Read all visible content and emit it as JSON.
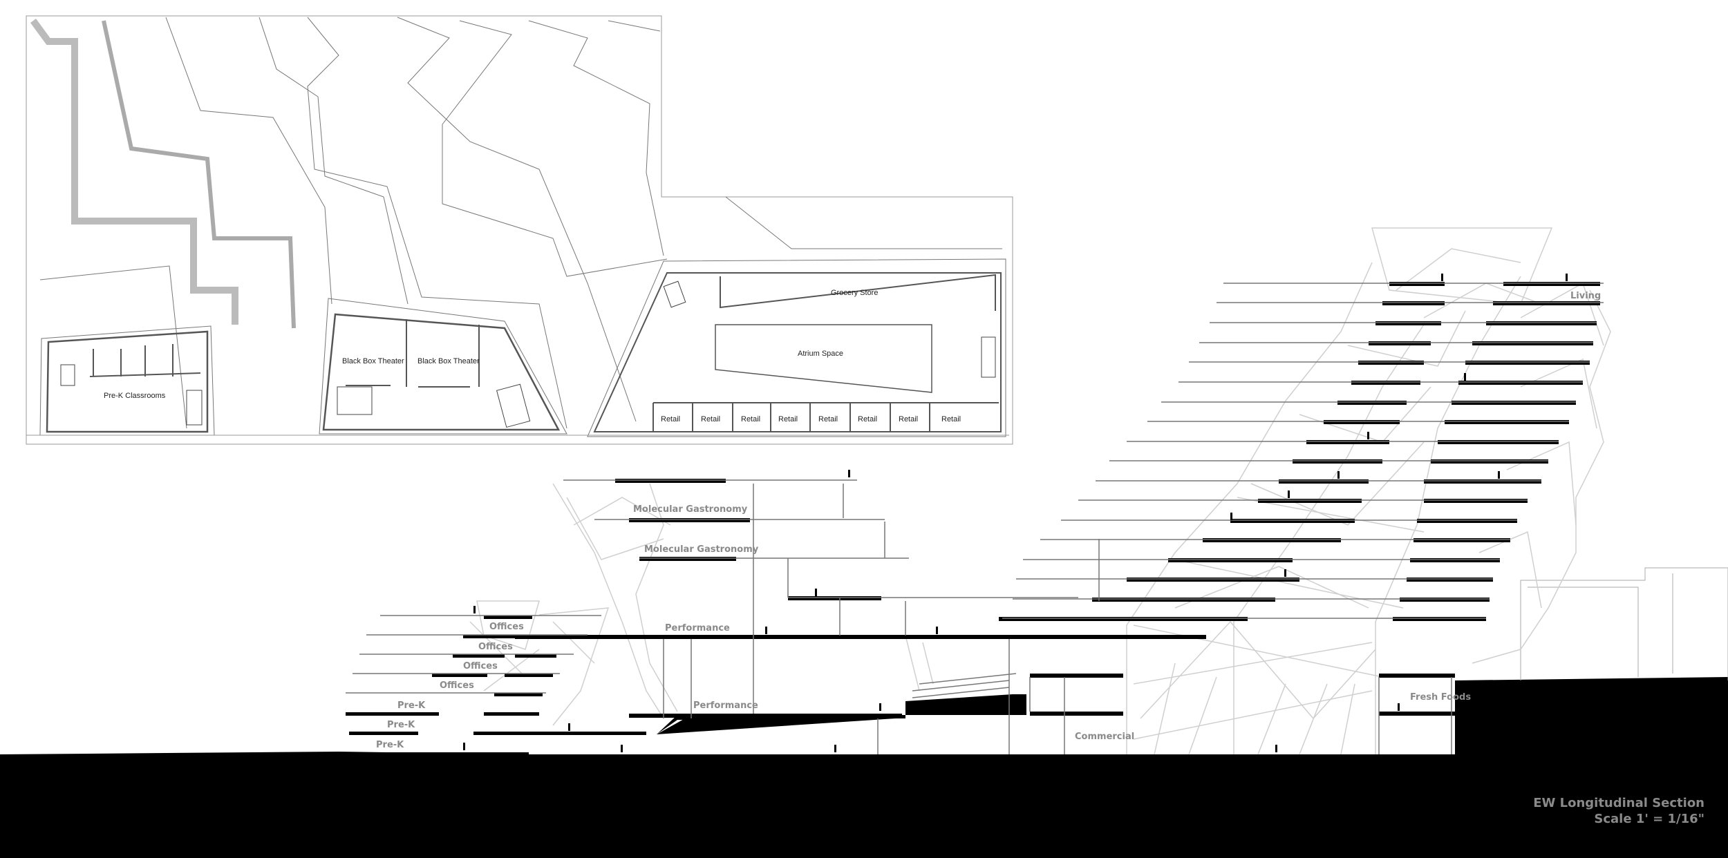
{
  "plan": {
    "rooms": {
      "prek": "Pre-K Classrooms",
      "theater1": "Black Box Theater",
      "theater2": "Black Box Theater",
      "grocery": "Grocery Store",
      "atrium": "Atrium Space",
      "retail": [
        "Retail",
        "Retail",
        "Retail",
        "Retail",
        "Retail",
        "Retail",
        "Retail",
        "Retail"
      ]
    }
  },
  "section": {
    "labels": {
      "molecular1": "Molecular Gastronomy",
      "molecular2": "Molecular Gastronomy",
      "performance1": "Performance",
      "performance2": "Performance",
      "offices1": "Offices",
      "offices2": "Offices",
      "offices3": "Offices",
      "offices4": "Offices",
      "prek1": "Pre-K",
      "prek2": "Pre-K",
      "prek3": "Pre-K",
      "commercial": "Commercial",
      "fresh_foods": "Fresh Foods",
      "living": "Living"
    }
  },
  "title": {
    "line1": "EW Longitudinal Section",
    "line2": "Scale 1' = 1/16\""
  }
}
